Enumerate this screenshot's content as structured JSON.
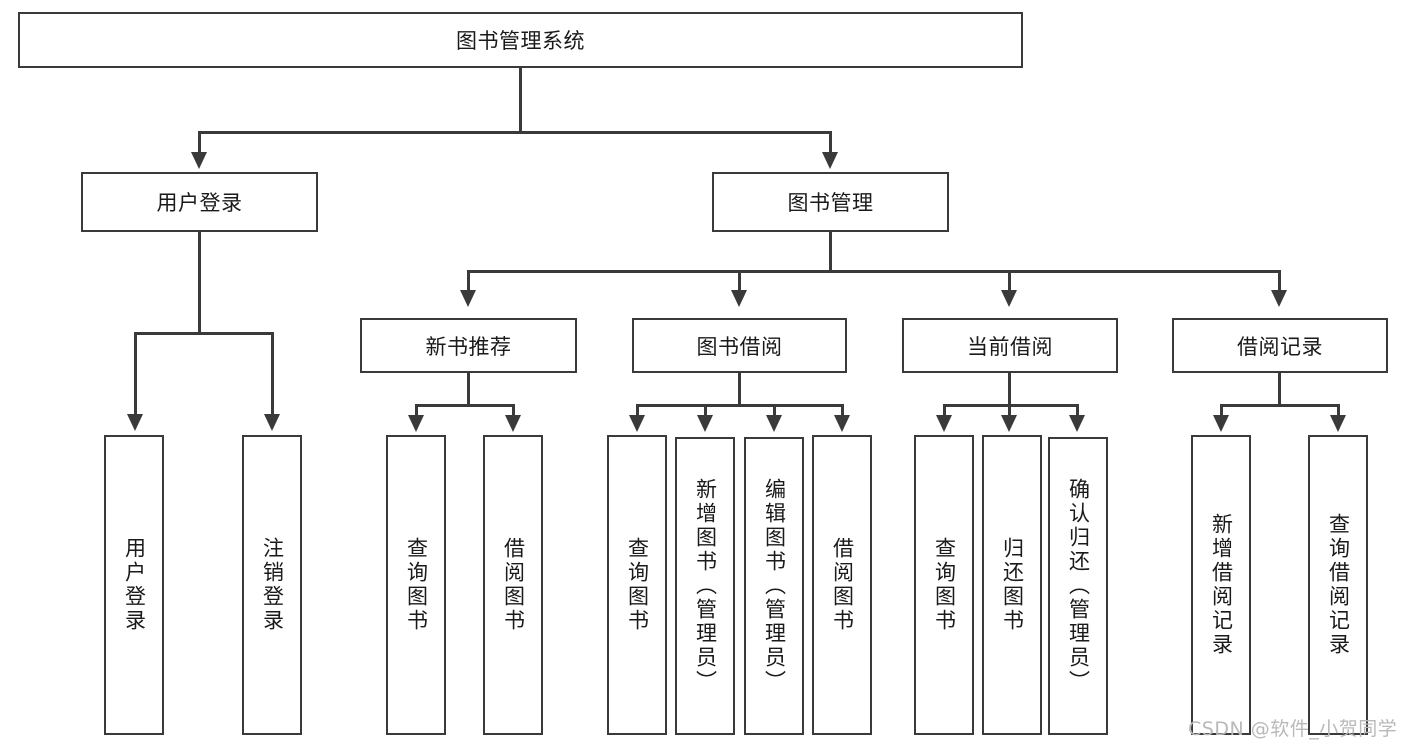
{
  "diagram": {
    "title": "图书管理系统",
    "root": {
      "label": "图书管理系统"
    },
    "level1": [
      {
        "label": "用户登录"
      },
      {
        "label": "图书管理"
      }
    ],
    "level2": [
      {
        "label": "新书推荐"
      },
      {
        "label": "图书借阅"
      },
      {
        "label": "当前借阅"
      },
      {
        "label": "借阅记录"
      }
    ],
    "leaves": {
      "user_login": [
        {
          "label": "用户登录"
        },
        {
          "label": "注销登录"
        }
      ],
      "new_book_recommend": [
        {
          "label": "查询图书"
        },
        {
          "label": "借阅图书"
        }
      ],
      "book_borrow": [
        {
          "label": "查询图书"
        },
        {
          "label": "新增图书（管理员）"
        },
        {
          "label": "编辑图书（管理员）"
        },
        {
          "label": "借阅图书"
        }
      ],
      "current_borrow": [
        {
          "label": "查询图书"
        },
        {
          "label": "归还图书"
        },
        {
          "label": "确认归还（管理员）"
        }
      ],
      "borrow_record": [
        {
          "label": "新增借阅记录"
        },
        {
          "label": "查询借阅记录"
        }
      ]
    },
    "watermark": "CSDN @软件_小贺同学",
    "colors": {
      "stroke": "#3a3a3a",
      "background": "#ffffff",
      "text": "#1a1a1a",
      "watermark": "#b9b9b9"
    }
  }
}
